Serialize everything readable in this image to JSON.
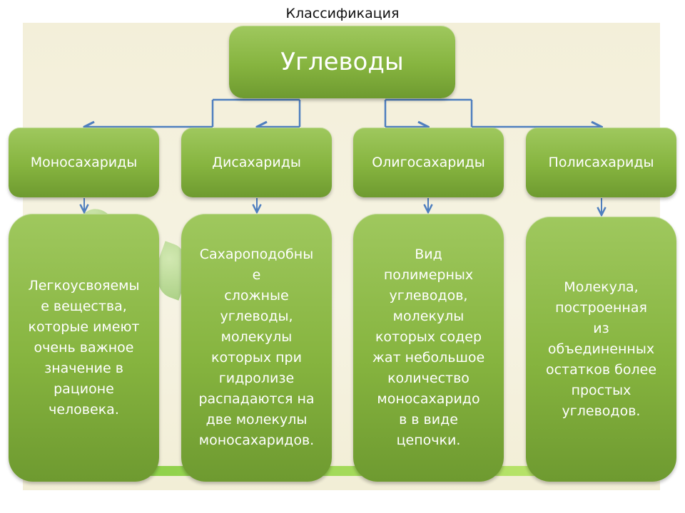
{
  "title": "Классификация",
  "root": {
    "label": "Углеводы"
  },
  "categories": [
    {
      "label": "Моносахариды",
      "description": "Легкоусвояемы\nе вещества,\nкоторые имеют\nочень важное\nзначение в\nрационе\nчеловека."
    },
    {
      "label": "Дисахариды",
      "description": "Сахароподобны\nе\nсложные\nуглеводы,\nмолекулы\nкоторых при\nгидролизе\nраспадаются на\nдве молекулы\nмоносахаридов."
    },
    {
      "label": "Олигосахариды",
      "description": "Вид\nполимерных\nуглеводов,\nмолекулы\nкоторых содер\nжат небольшое\nколичество\nмоносахаридо\nв в виде\nцепочки."
    },
    {
      "label": "Полисахариды",
      "description": "Молекула,\nпостроенная\nиз\nобъединенных\nостатков более\nпростых\nуглеводов."
    }
  ],
  "colors": {
    "box_green": "#86b43f",
    "connector_blue": "#4f7fbf",
    "background": "#f3efd9"
  }
}
